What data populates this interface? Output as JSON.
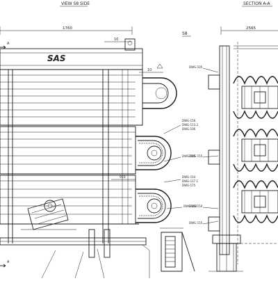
{
  "views": {
    "left_title": "VIEW S8 SIDE",
    "right_title": "SECTION A-A"
  },
  "side_view": {
    "logo": "SAS",
    "dim_top": "1760",
    "dim_small_1": "10",
    "dim_small_2": "10",
    "dim_mid": "910",
    "section_marker_top": "A",
    "section_marker_bottom": "A"
  },
  "section_view": {
    "dim_top": "2565",
    "label_s8": "S8"
  },
  "callouts": {
    "c1": [
      "DWG-156",
      "DWG-113.2",
      "DWG-106"
    ],
    "c2": [
      "DWG-155"
    ],
    "c3": [
      "DWG-154",
      "DWG-117.1",
      "DWG-175"
    ],
    "c4": [
      "DWG-150"
    ],
    "r1": "DWG-155",
    "r2": "DWG-155",
    "r3": "DWG-150",
    "r4": "DWG-105"
  }
}
